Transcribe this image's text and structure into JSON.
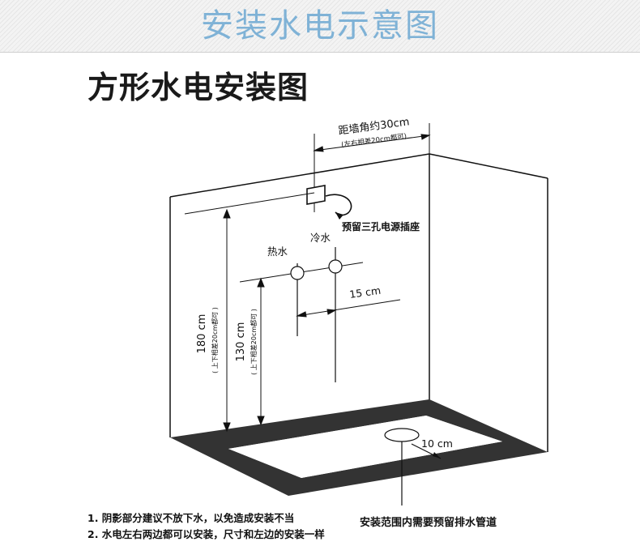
{
  "header": {
    "title": "安装水电示意图"
  },
  "diagram_title": "方形水电安装图",
  "labels": {
    "corner_distance": "距墙角约30cm",
    "corner_tolerance": "(左右相差20cm都可)",
    "socket": "预留三孔电源插座",
    "hot_water": "热水",
    "cold_water": "冷水",
    "pipe_spacing": "15 cm",
    "height_outer": "180 cm",
    "height_outer_tolerance": "( 上下相差20cm都可 )",
    "height_inner": "130 cm",
    "height_inner_tolerance": "( 上下相差20cm都可 )",
    "drain_width": "10 cm"
  },
  "notes": [
    "1. 阴影部分建议不放下水，以免造成安装不当",
    "2. 水电左右两边都可以安装，尺寸和左边的安装一样"
  ],
  "drain_note": "安装范围内需要预留排水管道",
  "colors": {
    "banner_text": "#7fb2d6",
    "floor_border": "#333333",
    "line": "#111111"
  }
}
